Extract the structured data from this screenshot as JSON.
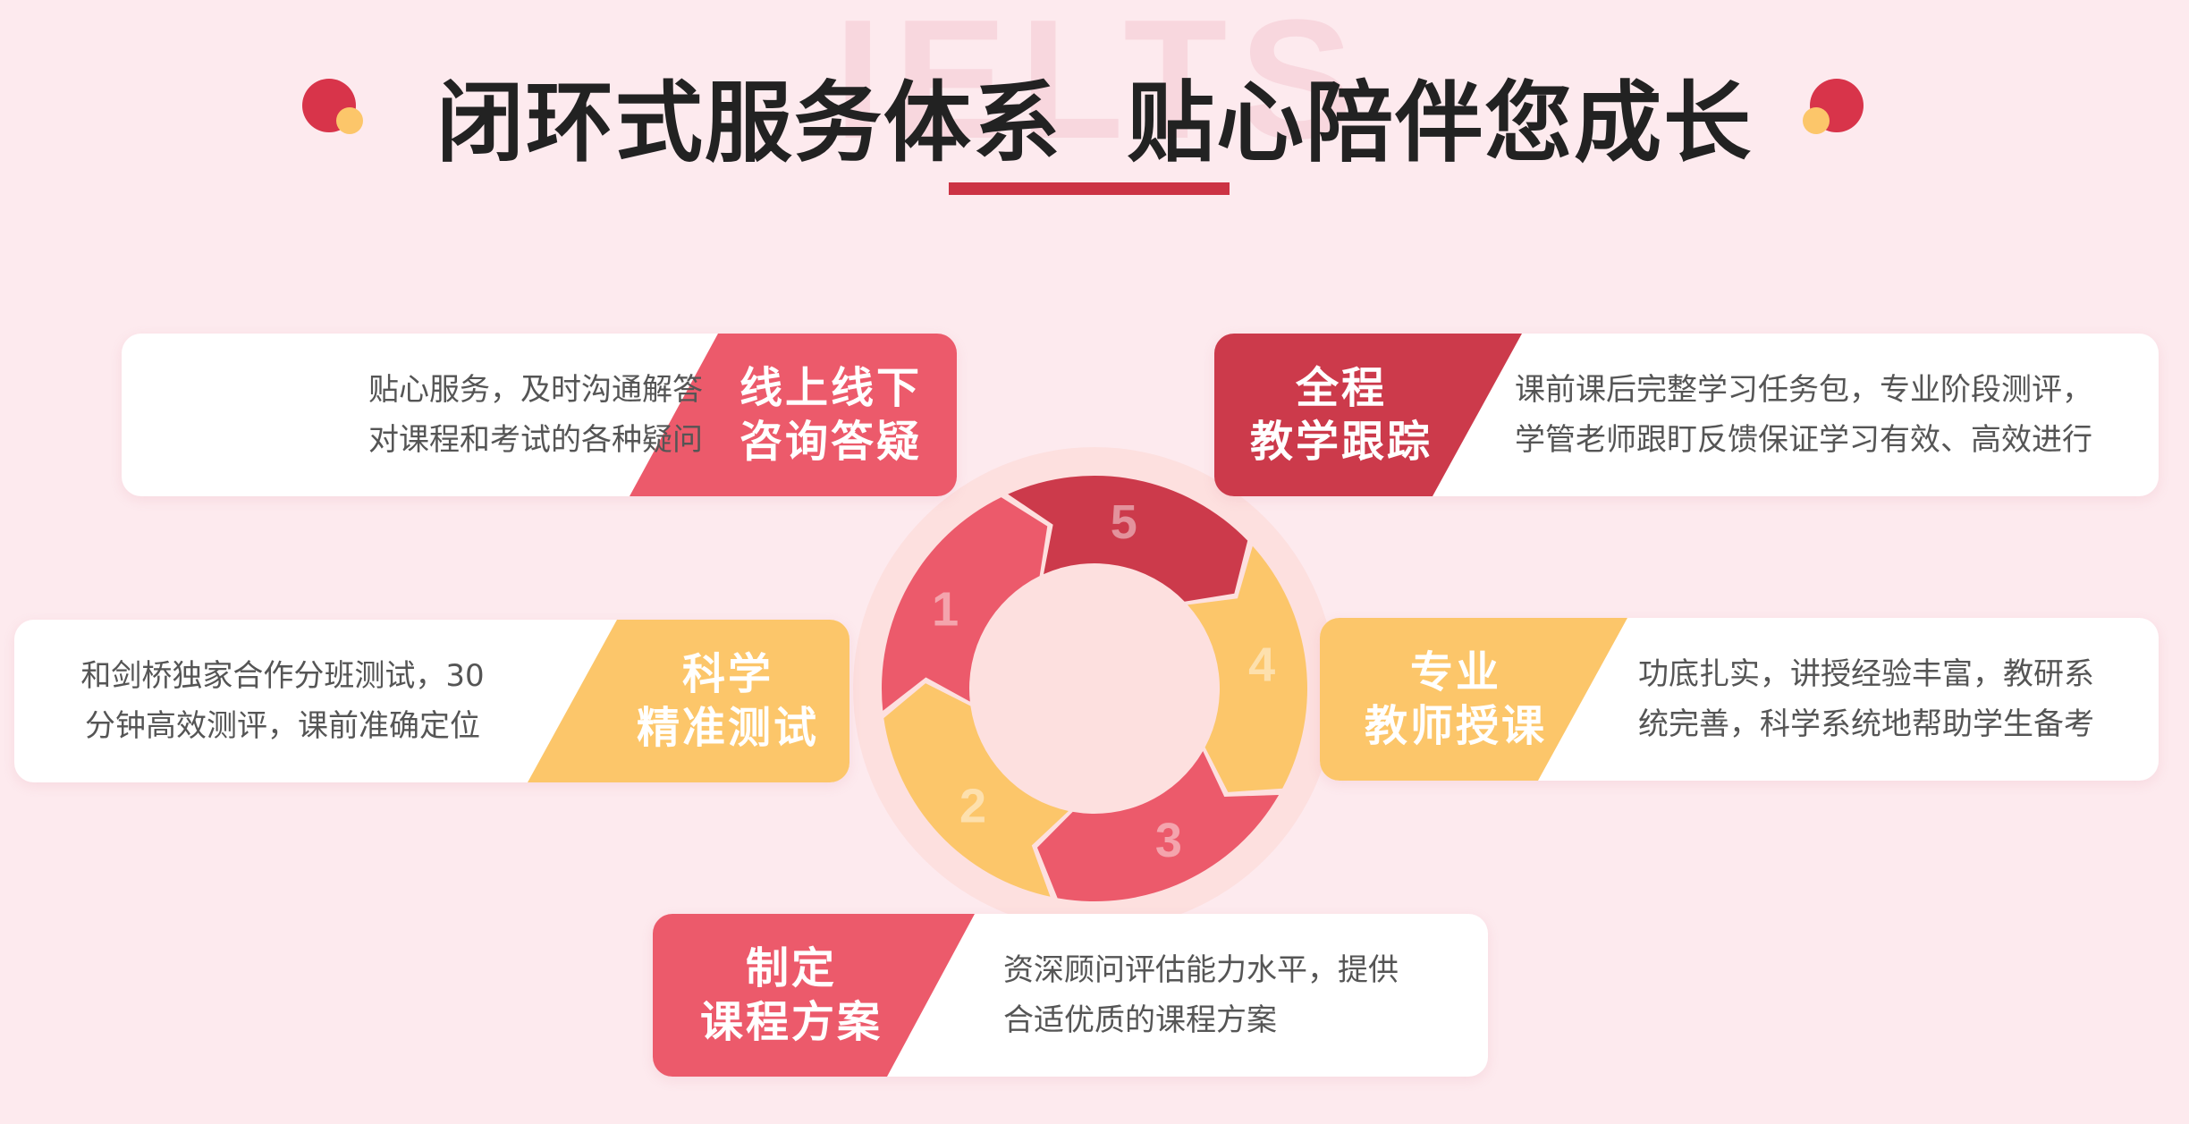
{
  "header": {
    "watermark": "IELTS",
    "title": "闭环式服务体系  贴心陪伴您成长"
  },
  "colors": {
    "red": "#ec5a6b",
    "dark_red": "#cc3a4b",
    "yellow": "#fcc66a",
    "underline": "#cc3344"
  },
  "cycle": {
    "numbers": [
      "1",
      "2",
      "3",
      "4",
      "5"
    ]
  },
  "steps": [
    {
      "tag_lines": [
        "线上线下",
        "咨询答疑"
      ],
      "desc_lines": [
        "贴心服务，及时沟通解答",
        "对课程和考试的各种疑问"
      ]
    },
    {
      "tag_lines": [
        "全程",
        "教学跟踪"
      ],
      "desc_lines": [
        "课前课后完整学习任务包，专业阶段测评，",
        "学管老师跟盯反馈保证学习有效、高效进行"
      ]
    },
    {
      "tag_lines": [
        "科学",
        "精准测试"
      ],
      "desc_lines": [
        "和剑桥独家合作分班测试，30",
        "分钟高效测评，课前准确定位"
      ]
    },
    {
      "tag_lines": [
        "专业",
        "教师授课"
      ],
      "desc_lines": [
        "功底扎实，讲授经验丰富，教研系",
        "统完善，科学系统地帮助学生备考"
      ]
    },
    {
      "tag_lines": [
        "制定",
        "课程方案"
      ],
      "desc_lines": [
        "资深顾问评估能力水平，提供",
        "合适优质的课程方案"
      ]
    }
  ]
}
